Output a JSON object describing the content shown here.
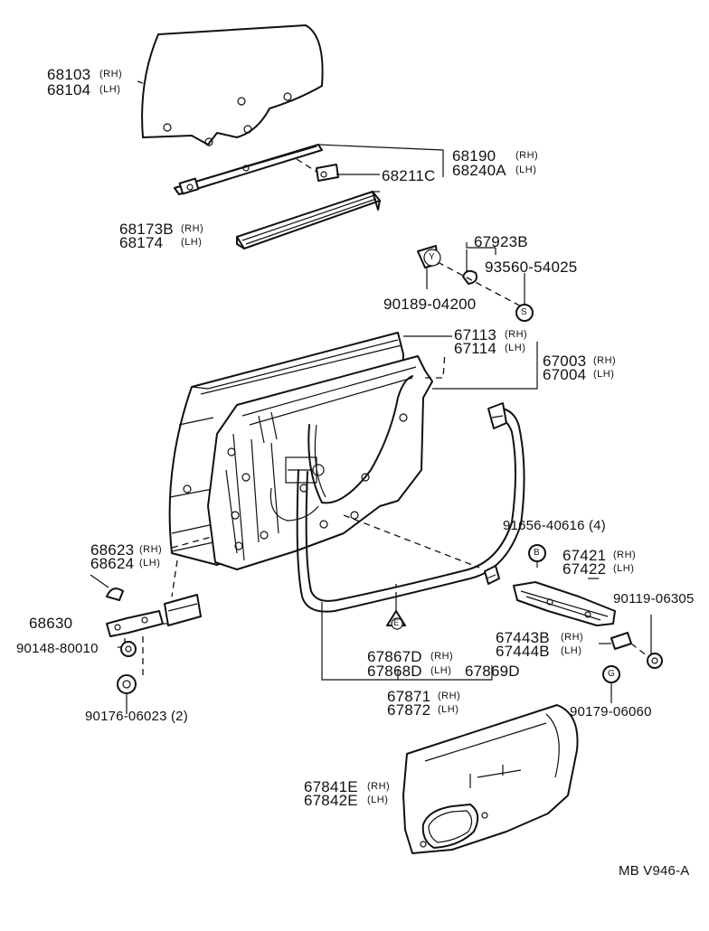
{
  "labels": {
    "p68103": "68103",
    "p68103_side": "(RH)",
    "p68104": "68104",
    "p68104_side": "(LH)",
    "p68190": "68190",
    "p68190_side": "(RH)",
    "p68240A": "68240A",
    "p68240A_side": "(LH)",
    "p68211C": "68211C",
    "p68173B": "68173B",
    "p68173B_side": "(RH)",
    "p68174": "68174",
    "p68174_side": "(LH)",
    "p67923B": "67923B",
    "p93560": "93560-54025",
    "p90189": "90189-04200",
    "p67113": "67113",
    "p67113_side": "(RH)",
    "p67114": "67114",
    "p67114_side": "(LH)",
    "p67003": "67003",
    "p67003_side": "(RH)",
    "p67004": "67004",
    "p67004_side": "(LH)",
    "p68623": "68623",
    "p68623_side": "(RH)",
    "p68624": "68624",
    "p68624_side": "(LH)",
    "p68630": "68630",
    "p90148": "90148-80010",
    "p90176": "90176-06023 (2)",
    "p91656": "91656-40616 (4)",
    "p67421": "67421",
    "p67421_side": "(RH)",
    "p67422": "67422",
    "p67422_side": "(LH)",
    "p90119": "90119-06305",
    "p67443B": "67443B",
    "p67443B_side": "(RH)",
    "p67444B": "67444B",
    "p67444B_side": "(LH)",
    "p67867D": "67867D",
    "p67867D_side": "(RH)",
    "p67868D": "67868D",
    "p67868D_side": "(LH)",
    "p67869D": "67869D",
    "p67871": "67871",
    "p67871_side": "(RH)",
    "p67872": "67872",
    "p67872_side": "(LH)",
    "p90179": "90179-06060",
    "p67841E": "67841E",
    "p67841E_side": "(RH)",
    "p67842E": "67842E",
    "p67842E_side": "(LH)",
    "footer_code": "MB V946-A"
  },
  "markers": {
    "s_callout": "S",
    "y_callout": "Y",
    "b_callout": "B",
    "g_callout": "G",
    "e_callout": "E"
  }
}
